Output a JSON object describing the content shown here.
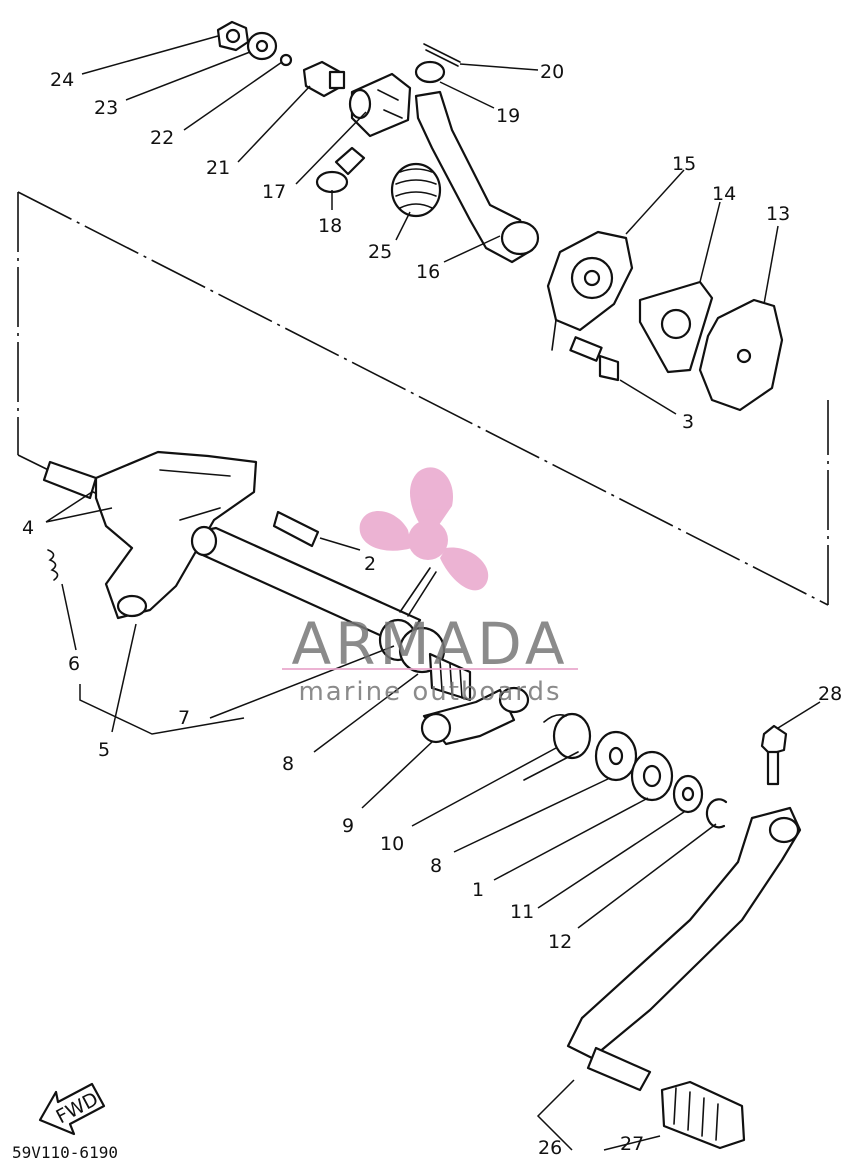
{
  "diagram": {
    "callouts": [
      {
        "id": "c24",
        "label": "24"
      },
      {
        "id": "c23",
        "label": "23"
      },
      {
        "id": "c22",
        "label": "22"
      },
      {
        "id": "c21",
        "label": "21"
      },
      {
        "id": "c17",
        "label": "17"
      },
      {
        "id": "c18",
        "label": "18"
      },
      {
        "id": "c25",
        "label": "25"
      },
      {
        "id": "c16",
        "label": "16"
      },
      {
        "id": "c20",
        "label": "20"
      },
      {
        "id": "c19",
        "label": "19"
      },
      {
        "id": "c15",
        "label": "15"
      },
      {
        "id": "c14",
        "label": "14"
      },
      {
        "id": "c13",
        "label": "13"
      },
      {
        "id": "c3",
        "label": "3"
      },
      {
        "id": "c4",
        "label": "4"
      },
      {
        "id": "c2",
        "label": "2"
      },
      {
        "id": "c6",
        "label": "6"
      },
      {
        "id": "c5",
        "label": "5"
      },
      {
        "id": "c7",
        "label": "7"
      },
      {
        "id": "c8a",
        "label": "8"
      },
      {
        "id": "c9",
        "label": "9"
      },
      {
        "id": "c10",
        "label": "10"
      },
      {
        "id": "c8b",
        "label": "8"
      },
      {
        "id": "c1",
        "label": "1"
      },
      {
        "id": "c11",
        "label": "11"
      },
      {
        "id": "c12",
        "label": "12"
      },
      {
        "id": "c28",
        "label": "28"
      },
      {
        "id": "c26",
        "label": "26"
      },
      {
        "id": "c27",
        "label": "27"
      }
    ],
    "fwd_label": "FWD",
    "drawing_code": "59V110-6190"
  },
  "watermark": {
    "brand": "ARMADA",
    "tagline": "marine outboards",
    "logo_color": "#e9a6cc",
    "text_color": "#777777"
  }
}
